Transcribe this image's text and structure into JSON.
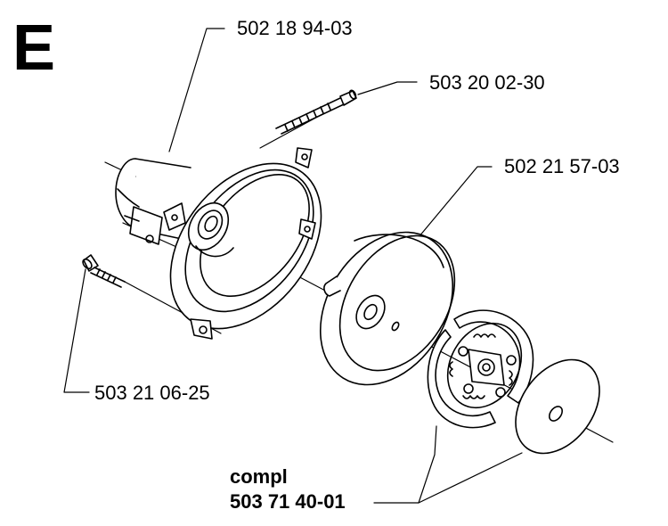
{
  "section_letter": "E",
  "parts": [
    {
      "id": "clutch-drum-housing",
      "number": "502 18 94-03"
    },
    {
      "id": "housing-screw",
      "number": "503 20 02-30"
    },
    {
      "id": "clutch-drum",
      "number": "502 21 57-03"
    },
    {
      "id": "mounting-screw",
      "number": "503 21 06-25"
    }
  ],
  "assembly": {
    "prefix": "compl",
    "number": "503 71 40-01"
  },
  "colors": {
    "ink": "#000000",
    "paper": "#ffffff"
  }
}
